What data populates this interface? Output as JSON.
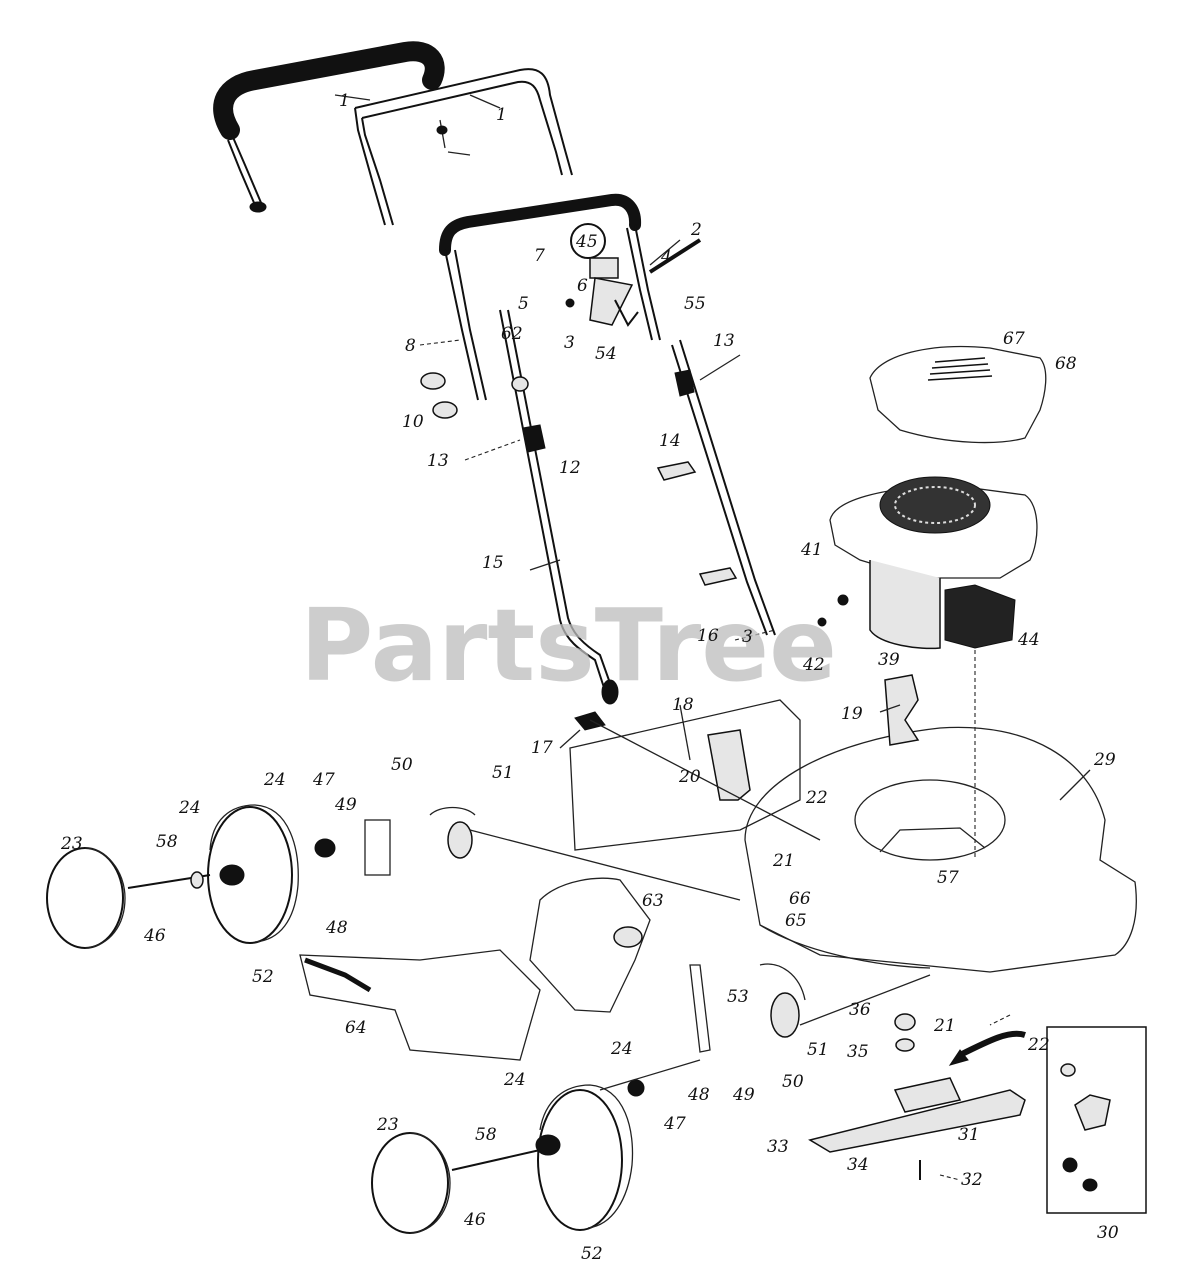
{
  "watermark": "PartsTree",
  "callouts": [
    {
      "id": "c1a",
      "text": "1"
    },
    {
      "id": "c1b",
      "text": "1"
    },
    {
      "id": "c2",
      "text": "2"
    },
    {
      "id": "c3a",
      "text": "3"
    },
    {
      "id": "c3b",
      "text": "3"
    },
    {
      "id": "c4",
      "text": "4"
    },
    {
      "id": "c5",
      "text": "5"
    },
    {
      "id": "c6",
      "text": "6"
    },
    {
      "id": "c7",
      "text": "7"
    },
    {
      "id": "c8",
      "text": "8"
    },
    {
      "id": "c10",
      "text": "10"
    },
    {
      "id": "c12",
      "text": "12"
    },
    {
      "id": "c13a",
      "text": "13"
    },
    {
      "id": "c13b",
      "text": "13"
    },
    {
      "id": "c14",
      "text": "14"
    },
    {
      "id": "c15",
      "text": "15"
    },
    {
      "id": "c16",
      "text": "16"
    },
    {
      "id": "c17",
      "text": "17"
    },
    {
      "id": "c18",
      "text": "18"
    },
    {
      "id": "c19",
      "text": "19"
    },
    {
      "id": "c20",
      "text": "20"
    },
    {
      "id": "c21a",
      "text": "21"
    },
    {
      "id": "c21b",
      "text": "21"
    },
    {
      "id": "c22a",
      "text": "22"
    },
    {
      "id": "c22b",
      "text": "22"
    },
    {
      "id": "c23a",
      "text": "23"
    },
    {
      "id": "c23b",
      "text": "23"
    },
    {
      "id": "c24a",
      "text": "24"
    },
    {
      "id": "c24b",
      "text": "24"
    },
    {
      "id": "c24c",
      "text": "24"
    },
    {
      "id": "c24d",
      "text": "24"
    },
    {
      "id": "c29",
      "text": "29"
    },
    {
      "id": "c30",
      "text": "30"
    },
    {
      "id": "c31",
      "text": "31"
    },
    {
      "id": "c32",
      "text": "32"
    },
    {
      "id": "c33",
      "text": "33"
    },
    {
      "id": "c34",
      "text": "34"
    },
    {
      "id": "c35",
      "text": "35"
    },
    {
      "id": "c36",
      "text": "36"
    },
    {
      "id": "c39",
      "text": "39"
    },
    {
      "id": "c41",
      "text": "41"
    },
    {
      "id": "c42",
      "text": "42"
    },
    {
      "id": "c44",
      "text": "44"
    },
    {
      "id": "c45",
      "text": "45"
    },
    {
      "id": "c46a",
      "text": "46"
    },
    {
      "id": "c46b",
      "text": "46"
    },
    {
      "id": "c47a",
      "text": "47"
    },
    {
      "id": "c47b",
      "text": "47"
    },
    {
      "id": "c48a",
      "text": "48"
    },
    {
      "id": "c48b",
      "text": "48"
    },
    {
      "id": "c49a",
      "text": "49"
    },
    {
      "id": "c49b",
      "text": "49"
    },
    {
      "id": "c50a",
      "text": "50"
    },
    {
      "id": "c50b",
      "text": "50"
    },
    {
      "id": "c51a",
      "text": "51"
    },
    {
      "id": "c51b",
      "text": "51"
    },
    {
      "id": "c52a",
      "text": "52"
    },
    {
      "id": "c52b",
      "text": "52"
    },
    {
      "id": "c53",
      "text": "53"
    },
    {
      "id": "c54",
      "text": "54"
    },
    {
      "id": "c55",
      "text": "55"
    },
    {
      "id": "c57",
      "text": "57"
    },
    {
      "id": "c58a",
      "text": "58"
    },
    {
      "id": "c58b",
      "text": "58"
    },
    {
      "id": "c62",
      "text": "62"
    },
    {
      "id": "c63",
      "text": "63"
    },
    {
      "id": "c64",
      "text": "64"
    },
    {
      "id": "c65",
      "text": "65"
    },
    {
      "id": "c66",
      "text": "66"
    },
    {
      "id": "c67",
      "text": "67"
    },
    {
      "id": "c68",
      "text": "68"
    }
  ]
}
